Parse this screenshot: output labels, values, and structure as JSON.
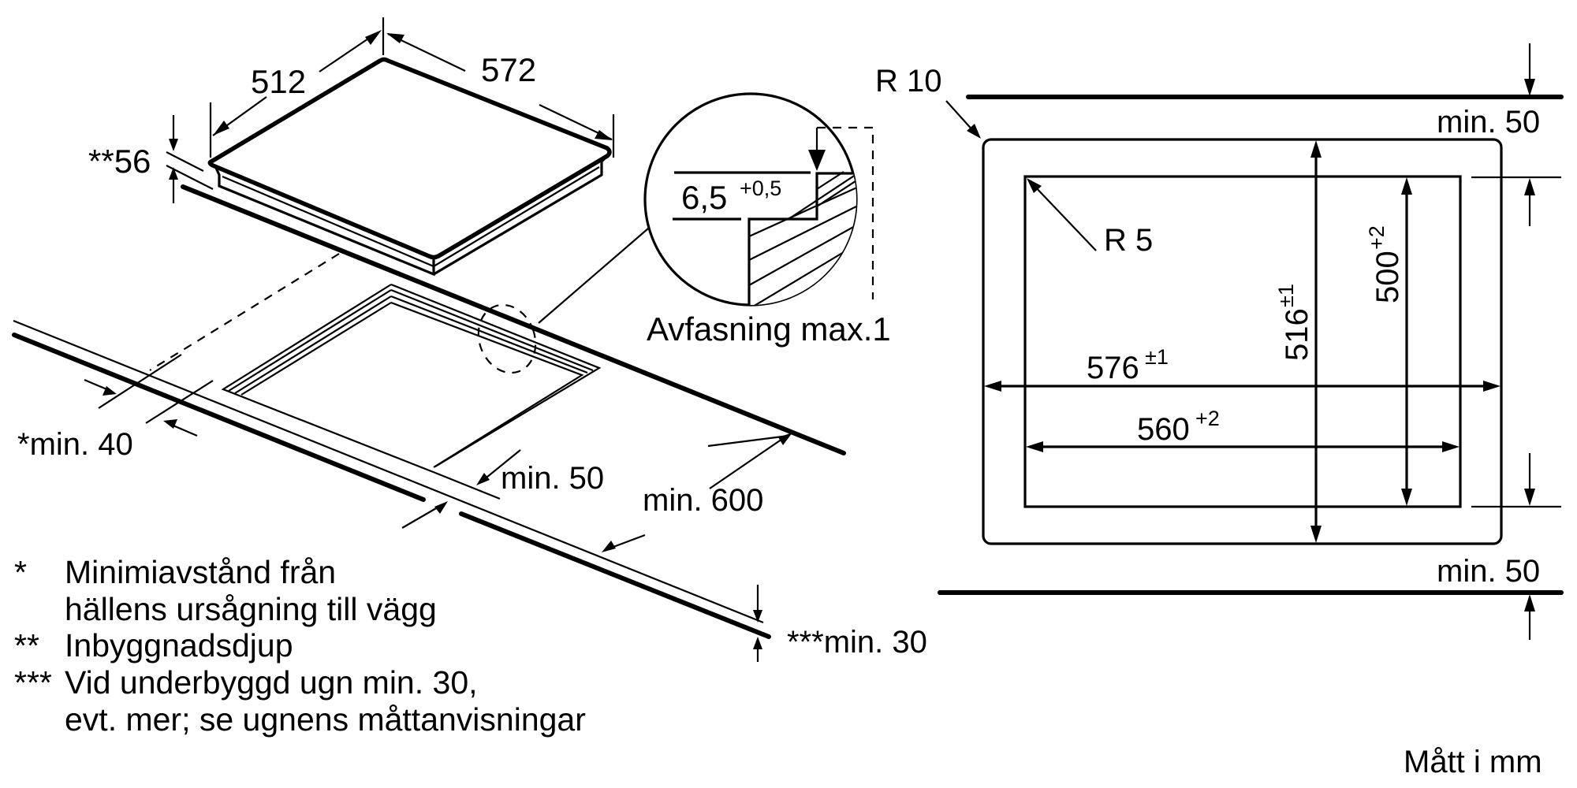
{
  "diagram": {
    "title": "Hob installation dimensions",
    "units_note": "Mått i mm",
    "hob": {
      "width_label": "572",
      "depth_label": "512",
      "height_label": "**56"
    },
    "detail": {
      "step_value": "6,5",
      "step_tolerance": "+0,5",
      "chamfer_label": "Avfasning max.1"
    },
    "clearances": {
      "wall_min": "*min. 40",
      "front_min": "min. 50",
      "cabinet_min": "min. 600",
      "oven_min": "***min. 30"
    },
    "cutout": {
      "outer_radius": "R 10",
      "inner_radius": "R 5",
      "top_clearance": "min. 50",
      "bottom_clearance": "min. 50",
      "outer_width": "576",
      "outer_width_tol": "±1",
      "inner_width": "560",
      "inner_width_tol": "+2",
      "outer_depth": "516",
      "outer_depth_tol": "±1",
      "inner_depth": "500",
      "inner_depth_tol": "+2"
    },
    "notes": [
      {
        "marker": "*",
        "lines": [
          "Minimiavstånd från",
          "hällens ursågning till vägg"
        ]
      },
      {
        "marker": "**",
        "lines": [
          "Inbyggnadsdjup"
        ]
      },
      {
        "marker": "***",
        "lines": [
          "Vid underbyggd ugn min. 30,",
          "evt. mer; se ugnens måttanvisningar"
        ]
      }
    ]
  }
}
